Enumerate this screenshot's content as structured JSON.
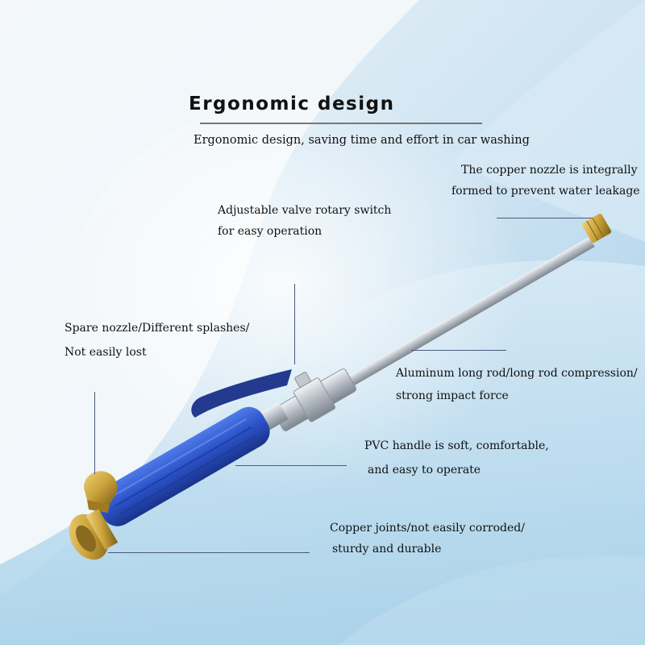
{
  "heading": {
    "title": "Ergonomic design",
    "subtitle": "Ergonomic design, saving time and effort in car washing"
  },
  "callouts": {
    "copper_nozzle": [
      "The copper nozzle is integrally",
      "formed to prevent water leakage"
    ],
    "valve_switch": [
      "Adjustable valve rotary switch",
      "for easy operation"
    ],
    "spare_nozzle": [
      "Spare nozzle/Different splashes/",
      "Not easily lost"
    ],
    "aluminum_rod": [
      "Aluminum long rod/long rod compression/",
      "strong impact force"
    ],
    "pvc_handle": [
      "PVC handle is soft, comfortable,",
      "and easy to operate"
    ],
    "copper_joints": [
      "Copper joints/not easily corroded/",
      "sturdy and durable"
    ]
  },
  "colors": {
    "handle_blue": "#2a52c8",
    "brass": "#c9a23a",
    "chrome": "#c8ccd2",
    "sky_blue": "#a9cfe8"
  }
}
